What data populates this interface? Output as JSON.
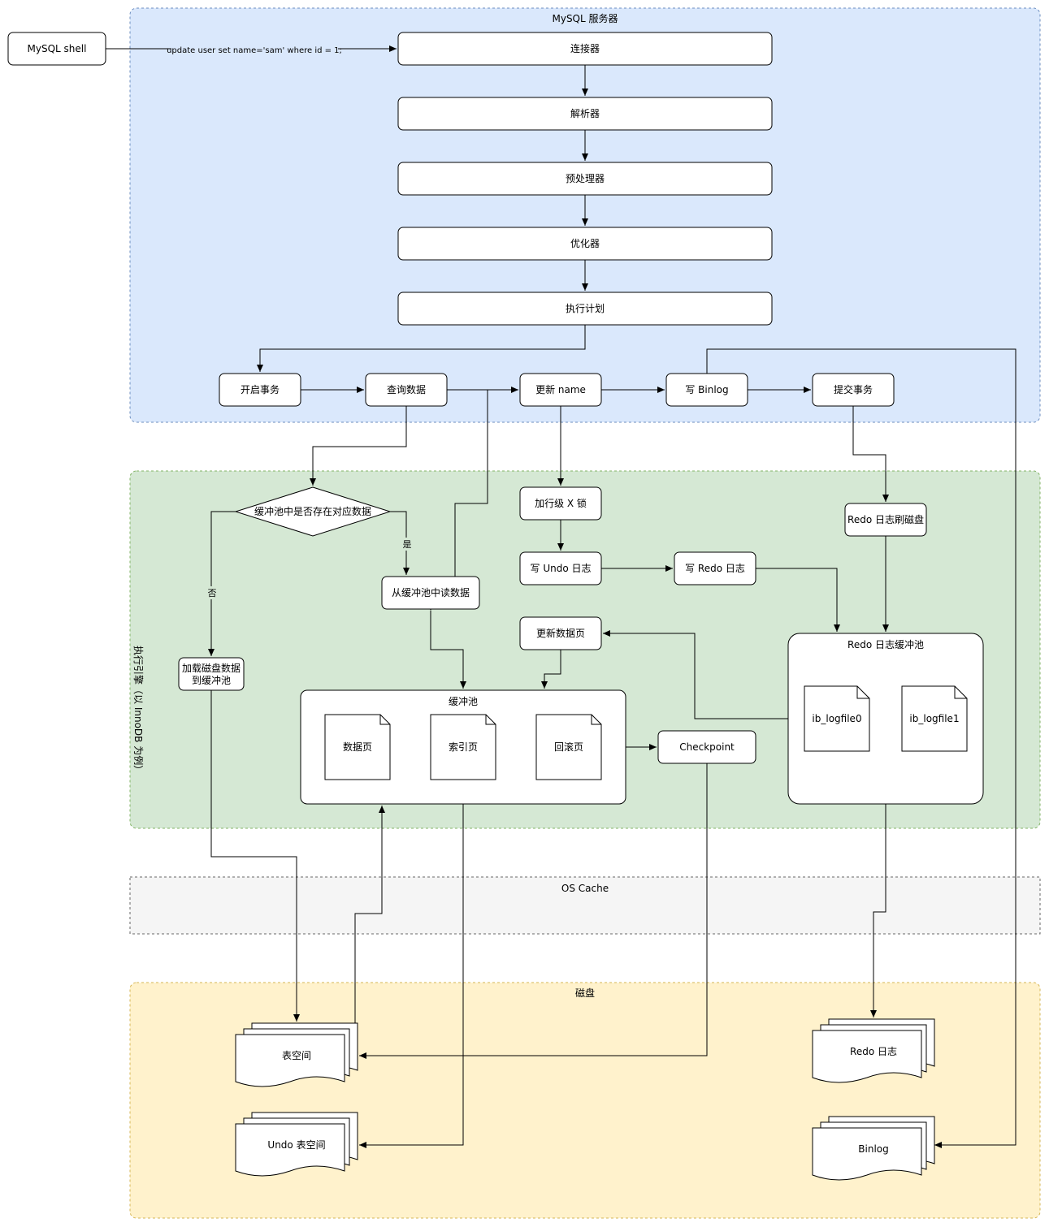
{
  "zones": {
    "server": "MySQL 服务器",
    "engine": "执行引擎（以 InnoDB 为例）",
    "oscache": "OS Cache",
    "disk": "磁盘"
  },
  "client": {
    "shell": "MySQL shell",
    "sql": "update user set name='sam' where id = 1;"
  },
  "pipeline": {
    "connector": "连接器",
    "parser": "解析器",
    "preprocessor": "预处理器",
    "optimizer": "优化器",
    "executor": "执行计划"
  },
  "txn": {
    "begin": "开启事务",
    "query": "查询数据",
    "update": "更新 name",
    "binlog": "写 Binlog",
    "commit": "提交事务"
  },
  "engine": {
    "decision": "缓冲池中是否存在对应数据",
    "yes": "是",
    "no": "否",
    "read_pool": "从缓冲池中读数据",
    "load_disk_line1": "加载磁盘数据",
    "load_disk_line2": "到缓冲池",
    "row_lock": "加行级 X 锁",
    "write_undo": "写 Undo 日志",
    "write_redo": "写 Redo 日志",
    "update_page": "更新数据页",
    "redo_flush": "Redo 日志刷磁盘",
    "redo_buffer": "Redo 日志缓冲池",
    "logfile0": "ib_logfile0",
    "logfile1": "ib_logfile1",
    "buffer_pool": "缓冲池",
    "data_page": "数据页",
    "index_page": "索引页",
    "undo_page": "回滚页",
    "checkpoint": "Checkpoint"
  },
  "disk": {
    "tablespace": "表空间",
    "undo_tablespace": "Undo 表空间",
    "redo_log": "Redo 日志",
    "binlog": "Binlog"
  },
  "colors": {
    "server_zone": "#dae8fc",
    "server_border": "#6c8ebf",
    "engine_zone": "#d5e8d4",
    "engine_border": "#82b366",
    "oscache_zone": "#f5f5f5",
    "oscache_border": "#666666",
    "disk_zone": "#fff2cc",
    "disk_border": "#d6b656",
    "stroke": "#000000"
  }
}
